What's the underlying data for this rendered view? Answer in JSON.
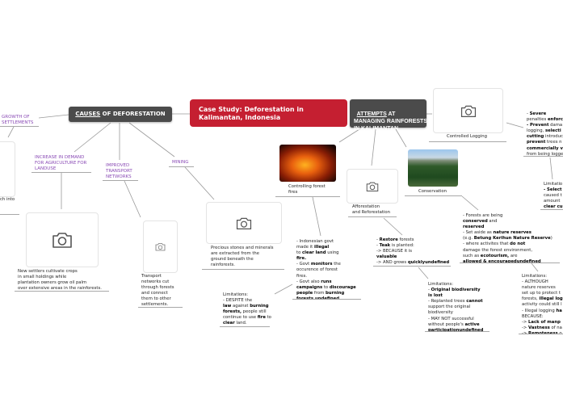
{
  "central": {
    "title": "Case Study: Deforestation in Kalimantan, Indonesia",
    "color": "#c51f31"
  },
  "causes": {
    "title_underlined": "CAUSES",
    "title_rest": " OF DEFORESTATION",
    "branches": {
      "settlements": "GROWTH OF SETTLEMENTS",
      "settlements_text": "ch into",
      "agriculture": "INCREASE IN DEMAND FOR AGRICULTURE FOR LANDUSE",
      "agriculture_text": "New settlers cultivate crops\nin small holdings while\nplantation owners grow oil palm\nover extensive areas in the rainforests.",
      "transport": "IMPROVED TRANSPORT NETWORKS",
      "transport_text": "Transport\nnetworks cut\nthrough forests\nand connect\nthem to other\nsettlements.",
      "mining": "MINING",
      "mining_text": "Precious stones and minerals\nare extracted from the\nground beneath the\nrainforests."
    }
  },
  "attempts": {
    "title_underlined": "ATTEMPTS",
    "title_rest": " AT\nMANAGING RAINFORESTS\nIN KALIMANTAN",
    "fires_caption": "Controlling forest\nfires",
    "afforestation_caption": "Afforestation\nand Reforestation",
    "conservation_caption": "Conservation",
    "logging_caption": "Controlled Logging"
  },
  "texts": {
    "fire_govt": [
      {
        "t": "- Indonesian govt\nmade it "
      },
      {
        "t": "illegal",
        "b": 1
      },
      {
        "t": "\nto "
      },
      {
        "t": "clear land",
        "b": 1
      },
      {
        "t": " using\n"
      },
      {
        "t": "fire.",
        "b": 1
      },
      {
        "t": "\n- Govt "
      },
      {
        "t": "monitors",
        "b": 1
      },
      {
        "t": " the\noccurence of forest\nfires.\n- Govt also "
      },
      {
        "t": "runs\ncampaigns",
        "b": 1
      },
      {
        "t": " to "
      },
      {
        "t": "discourage\npeople",
        "b": 1
      },
      {
        "t": " from "
      },
      {
        "t": "burning\nforests.undefined",
        "b": 1
      }
    ],
    "fire_limits": [
      {
        "t": "Limitations:\n- DESPITE the\n"
      },
      {
        "t": "law",
        "b": 1
      },
      {
        "t": " against "
      },
      {
        "t": "burning\nforests,",
        "b": 1
      },
      {
        "t": " people still\ncontinue to use "
      },
      {
        "t": "fire",
        "b": 1
      },
      {
        "t": " to\n"
      },
      {
        "t": "clear",
        "b": 1
      },
      {
        "t": " land."
      }
    ],
    "restore": [
      {
        "t": "- "
      },
      {
        "t": "Restore",
        "b": 1
      },
      {
        "t": " forests\n- "
      },
      {
        "t": "Teak",
        "b": 1
      },
      {
        "t": " is planted:\n-> BECAUSE it is\n"
      },
      {
        "t": "valuable",
        "b": 1
      },
      {
        "t": "\n-> AND grows "
      },
      {
        "t": "quicklyundefined",
        "b": 1
      }
    ],
    "restore_limits": [
      {
        "t": "Limitations:\n- "
      },
      {
        "t": "Original biodiversity\nis lost",
        "b": 1
      },
      {
        "t": "\n- Replanted trees "
      },
      {
        "t": "cannot",
        "b": 1
      },
      {
        "t": "\nsupport the original\nbiodiversity\n- MAY NOT successful\nwithout people's "
      },
      {
        "t": "active\nparticipationundefined",
        "b": 1
      }
    ],
    "conserve": [
      {
        "t": "- Forests are being\n"
      },
      {
        "t": "conserved",
        "b": 1
      },
      {
        "t": " and\n"
      },
      {
        "t": "reserved",
        "b": 1
      },
      {
        "t": "\n- Set aside as "
      },
      {
        "t": "nature reserves",
        "b": 1
      },
      {
        "t": "\n(e.g. "
      },
      {
        "t": "Betung Kerihun Nature Reserve",
        "b": 1
      },
      {
        "t": ")\n- where activites that "
      },
      {
        "t": "do not",
        "b": 1
      },
      {
        "t": "\ndamage the forest environment,\nsuch as "
      },
      {
        "t": "ecotourism,",
        "b": 1
      },
      {
        "t": " are\n"
      },
      {
        "t": "allowed & encouragedundefined",
        "b": 1
      }
    ],
    "conserve_limits": [
      {
        "t": "Limitations:\n- ALTHOUGH\nnature reserves\nset up to protect t\nforests, "
      },
      {
        "t": "illegal log",
        "b": 1
      },
      {
        "t": "\nactivity could still l\n- Illegal logging "
      },
      {
        "t": "ha",
        "b": 1
      },
      {
        "t": "\nBECAUSE:\n-> "
      },
      {
        "t": "Lack of manp",
        "b": 1
      },
      {
        "t": "\n-> "
      },
      {
        "t": "Vastness",
        "b": 1
      },
      {
        "t": " of na\n-> "
      },
      {
        "t": "Remoteness",
        "b": 1
      },
      {
        "t": " o"
      }
    ],
    "logging": [
      {
        "t": "- "
      },
      {
        "t": "Severe",
        "b": 1
      },
      {
        "t": "\npenalties "
      },
      {
        "t": "enforc",
        "b": 1
      },
      {
        "t": "\n"
      },
      {
        "t": "- Prevent",
        "b": 1
      },
      {
        "t": " dama\nlogging, "
      },
      {
        "t": "selecti",
        "b": 1
      },
      {
        "t": "\n"
      },
      {
        "t": "cutting",
        "b": 1
      },
      {
        "t": " introduc\n"
      },
      {
        "t": "prevent",
        "b": 1
      },
      {
        "t": " trees n\n"
      },
      {
        "t": "commercially v",
        "b": 1
      },
      {
        "t": "\nfrom being logge"
      }
    ],
    "logging_limits": [
      {
        "t": "Limitatio\n"
      },
      {
        "t": "- Select",
        "b": 1
      },
      {
        "t": "\ncaused t\namount \n"
      },
      {
        "t": "clear cu",
        "b": 1
      }
    ]
  }
}
